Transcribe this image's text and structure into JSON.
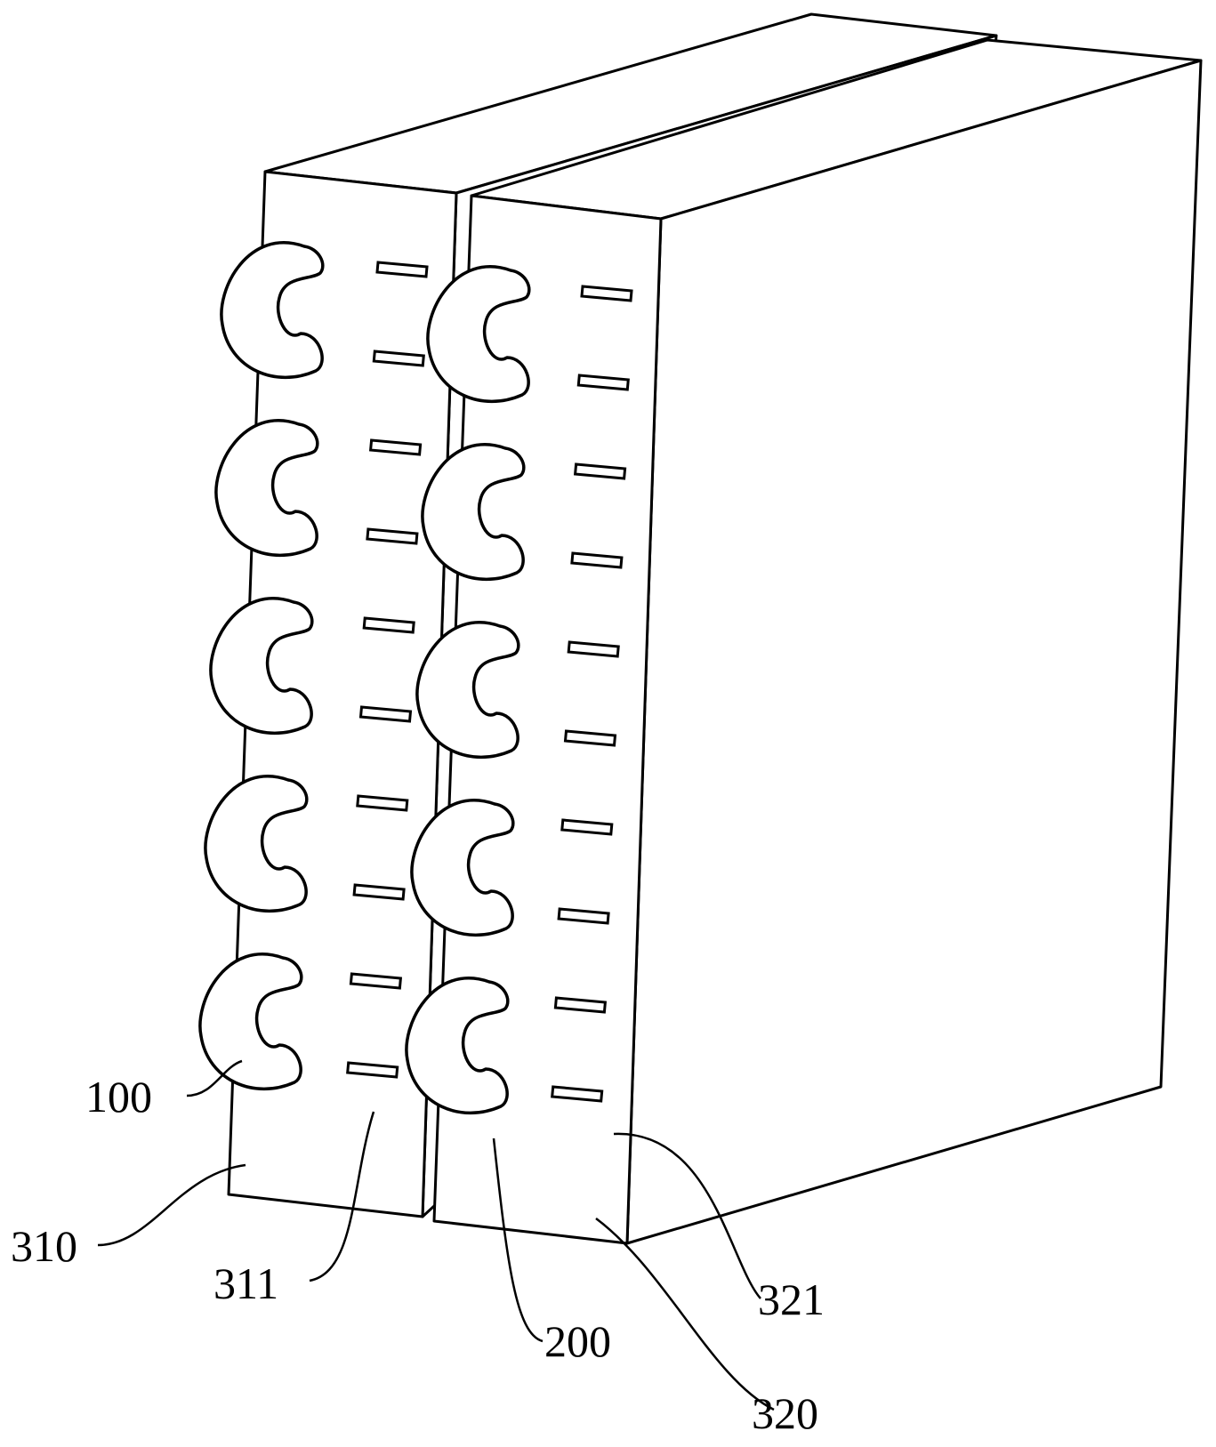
{
  "figure": {
    "labels": {
      "l100": "100",
      "l310": "310",
      "l311": "311",
      "l200": "200",
      "l320": "320",
      "l321": "321"
    },
    "left_panel": {
      "hole_count": 5,
      "slot_count": 10
    },
    "right_panel": {
      "hole_count": 5,
      "slot_count": 10
    }
  }
}
